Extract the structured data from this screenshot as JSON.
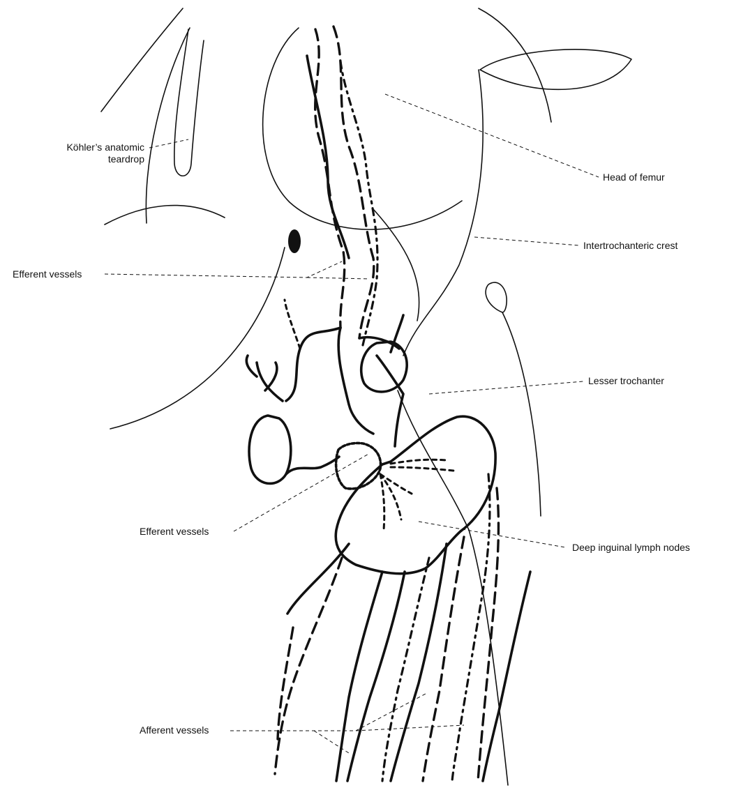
{
  "labels": {
    "kohler_line1": "Köhler’s anatomic",
    "kohler_line2": "teardrop",
    "head_of_femur": "Head of femur",
    "intertrochanteric_crest": "Intertrochanteric crest",
    "efferent_vessels_upper": "Efferent vessels",
    "lesser_trochanter": "Lesser trochanter",
    "efferent_vessels_lower": "Efferent vessels",
    "deep_inguinal_lymph_nodes": "Deep inguinal lymph nodes",
    "afferent_vessels": "Afferent vessels"
  }
}
